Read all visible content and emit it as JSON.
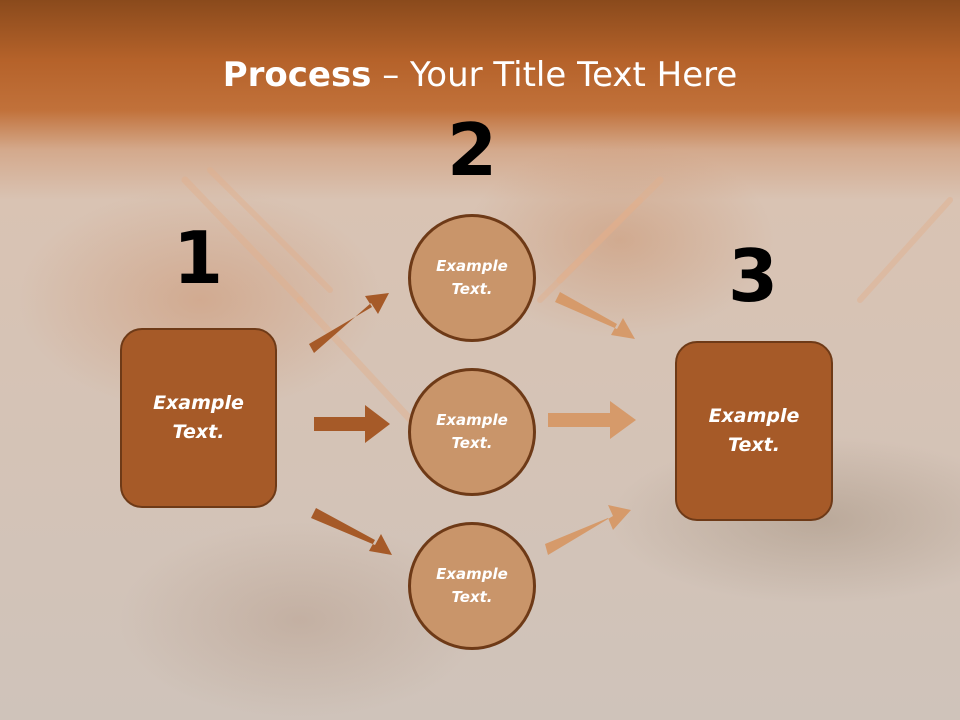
{
  "title": {
    "bold": "Process",
    "rest": " – Your Title Text Here"
  },
  "steps": [
    {
      "number": "1",
      "label": "Example Text."
    },
    {
      "number": "2",
      "labels": [
        "Example Text.",
        "Example Text.",
        "Example Text."
      ]
    },
    {
      "number": "3",
      "label": "Example Text."
    }
  ],
  "colors": {
    "box_fill": "#a65a28",
    "circle_fill": "#c9956a",
    "arrow_dark": "#a65a28",
    "arrow_light": "#d69a6a"
  }
}
